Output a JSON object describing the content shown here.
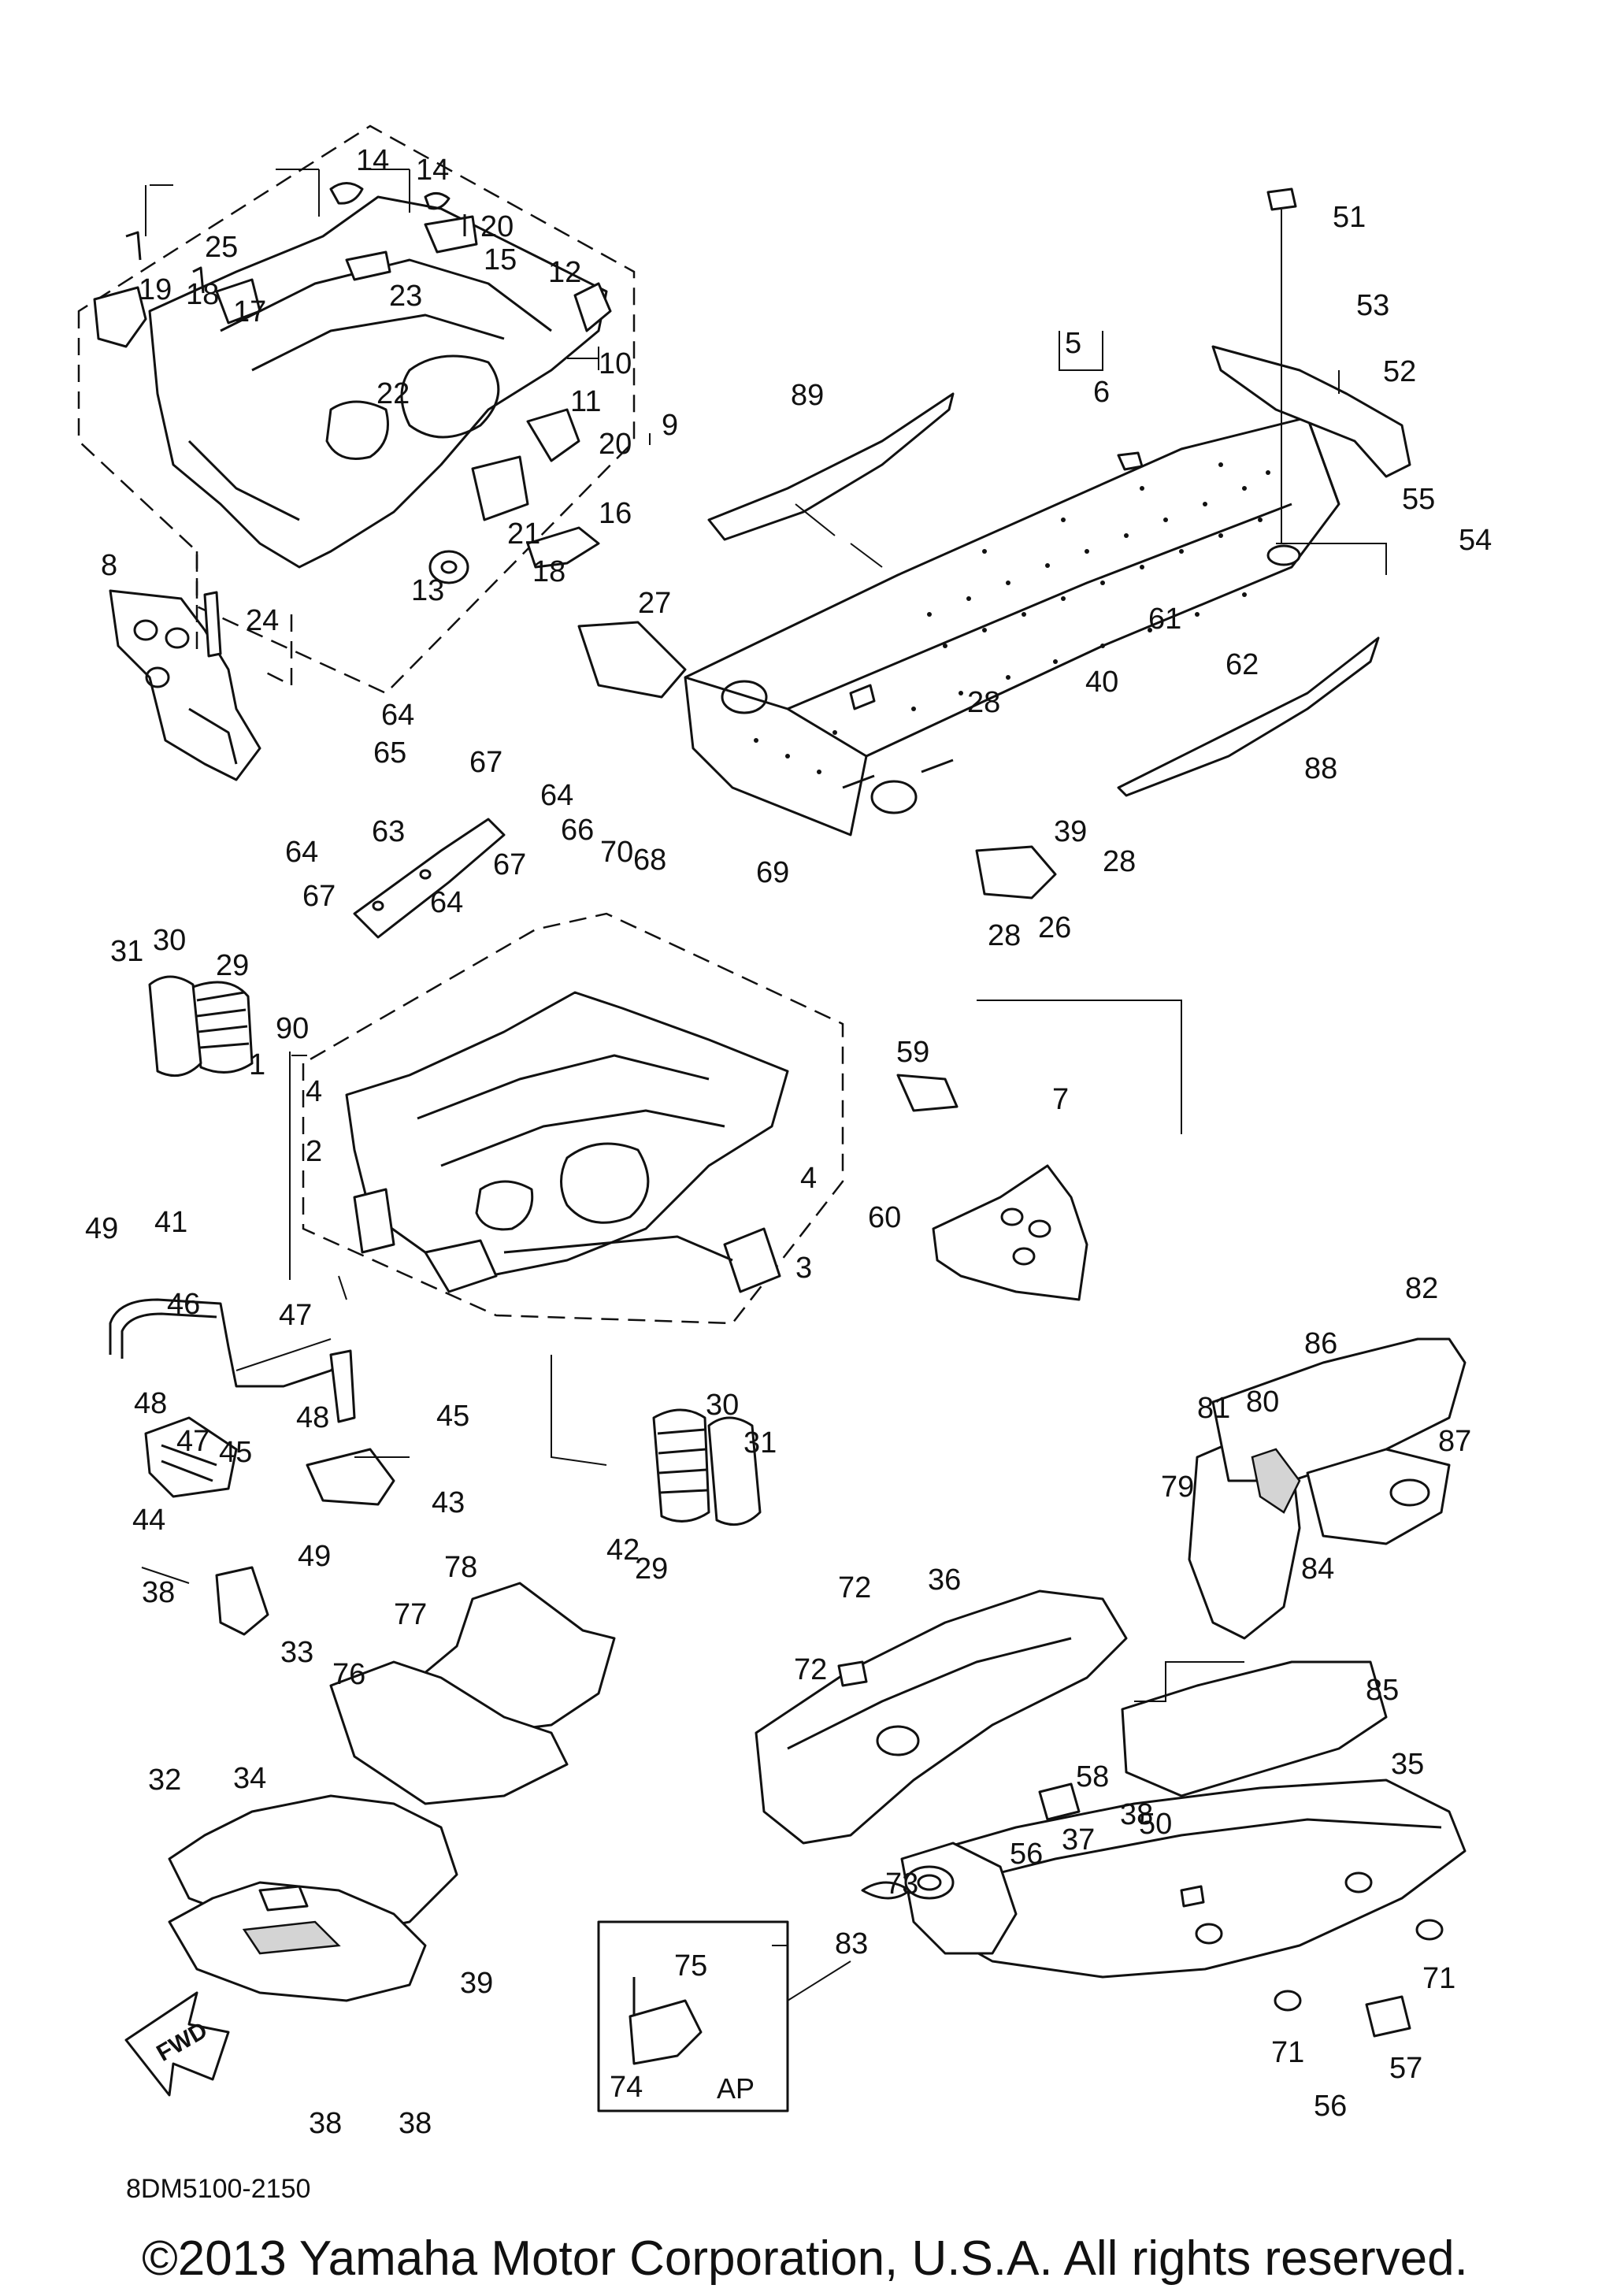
{
  "diagram": {
    "drawing_code": "8DM5100-2150",
    "copyright": "©2013 Yamaha Motor Corporation, U.S.A. All rights reserved.",
    "inset_label": "AP",
    "direction_label": "FWD",
    "callouts": [
      {
        "id": "c1",
        "label": "1"
      },
      {
        "id": "c2",
        "label": "2"
      },
      {
        "id": "c3",
        "label": "3"
      },
      {
        "id": "c4a",
        "label": "4"
      },
      {
        "id": "c4b",
        "label": "4"
      },
      {
        "id": "c5",
        "label": "5"
      },
      {
        "id": "c6",
        "label": "6"
      },
      {
        "id": "c7",
        "label": "7"
      },
      {
        "id": "c8",
        "label": "8"
      },
      {
        "id": "c9",
        "label": "9"
      },
      {
        "id": "c10",
        "label": "10"
      },
      {
        "id": "c11",
        "label": "11"
      },
      {
        "id": "c12",
        "label": "12"
      },
      {
        "id": "c13",
        "label": "13"
      },
      {
        "id": "c14a",
        "label": "14"
      },
      {
        "id": "c14b",
        "label": "14"
      },
      {
        "id": "c15",
        "label": "15"
      },
      {
        "id": "c16",
        "label": "16"
      },
      {
        "id": "c17",
        "label": "17"
      },
      {
        "id": "c18a",
        "label": "18"
      },
      {
        "id": "c18b",
        "label": "18"
      },
      {
        "id": "c19",
        "label": "19"
      },
      {
        "id": "c20a",
        "label": "20"
      },
      {
        "id": "c20b",
        "label": "20"
      },
      {
        "id": "c21",
        "label": "21"
      },
      {
        "id": "c22",
        "label": "22"
      },
      {
        "id": "c23",
        "label": "23"
      },
      {
        "id": "c24",
        "label": "24"
      },
      {
        "id": "c25",
        "label": "25"
      },
      {
        "id": "c26",
        "label": "26"
      },
      {
        "id": "c27",
        "label": "27"
      },
      {
        "id": "c28a",
        "label": "28"
      },
      {
        "id": "c28b",
        "label": "28"
      },
      {
        "id": "c28c",
        "label": "28"
      },
      {
        "id": "c29a",
        "label": "29"
      },
      {
        "id": "c29b",
        "label": "29"
      },
      {
        "id": "c30a",
        "label": "30"
      },
      {
        "id": "c30b",
        "label": "30"
      },
      {
        "id": "c31a",
        "label": "31"
      },
      {
        "id": "c31b",
        "label": "31"
      },
      {
        "id": "c32",
        "label": "32"
      },
      {
        "id": "c33",
        "label": "33"
      },
      {
        "id": "c34",
        "label": "34"
      },
      {
        "id": "c35",
        "label": "35"
      },
      {
        "id": "c36",
        "label": "36"
      },
      {
        "id": "c37",
        "label": "37"
      },
      {
        "id": "c38a",
        "label": "38"
      },
      {
        "id": "c38b",
        "label": "38"
      },
      {
        "id": "c38c",
        "label": "38"
      },
      {
        "id": "c38d",
        "label": "38"
      },
      {
        "id": "c39a",
        "label": "39"
      },
      {
        "id": "c39b",
        "label": "39"
      },
      {
        "id": "c40",
        "label": "40"
      },
      {
        "id": "c41",
        "label": "41"
      },
      {
        "id": "c42",
        "label": "42"
      },
      {
        "id": "c43",
        "label": "43"
      },
      {
        "id": "c44",
        "label": "44"
      },
      {
        "id": "c45a",
        "label": "45"
      },
      {
        "id": "c45b",
        "label": "45"
      },
      {
        "id": "c46",
        "label": "46"
      },
      {
        "id": "c47a",
        "label": "47"
      },
      {
        "id": "c47b",
        "label": "47"
      },
      {
        "id": "c48a",
        "label": "48"
      },
      {
        "id": "c48b",
        "label": "48"
      },
      {
        "id": "c49a",
        "label": "49"
      },
      {
        "id": "c49b",
        "label": "49"
      },
      {
        "id": "c50",
        "label": "50"
      },
      {
        "id": "c51",
        "label": "51"
      },
      {
        "id": "c52",
        "label": "52"
      },
      {
        "id": "c53",
        "label": "53"
      },
      {
        "id": "c54",
        "label": "54"
      },
      {
        "id": "c55",
        "label": "55"
      },
      {
        "id": "c56a",
        "label": "56"
      },
      {
        "id": "c56b",
        "label": "56"
      },
      {
        "id": "c57",
        "label": "57"
      },
      {
        "id": "c58",
        "label": "58"
      },
      {
        "id": "c59",
        "label": "59"
      },
      {
        "id": "c60",
        "label": "60"
      },
      {
        "id": "c61",
        "label": "61"
      },
      {
        "id": "c62",
        "label": "62"
      },
      {
        "id": "c63",
        "label": "63"
      },
      {
        "id": "c64a",
        "label": "64"
      },
      {
        "id": "c64b",
        "label": "64"
      },
      {
        "id": "c64c",
        "label": "64"
      },
      {
        "id": "c64d",
        "label": "64"
      },
      {
        "id": "c65",
        "label": "65"
      },
      {
        "id": "c66",
        "label": "66"
      },
      {
        "id": "c67a",
        "label": "67"
      },
      {
        "id": "c67b",
        "label": "67"
      },
      {
        "id": "c67c",
        "label": "67"
      },
      {
        "id": "c68",
        "label": "68"
      },
      {
        "id": "c69",
        "label": "69"
      },
      {
        "id": "c70",
        "label": "70"
      },
      {
        "id": "c71a",
        "label": "71"
      },
      {
        "id": "c71b",
        "label": "71"
      },
      {
        "id": "c72a",
        "label": "72"
      },
      {
        "id": "c72b",
        "label": "72"
      },
      {
        "id": "c73",
        "label": "73"
      },
      {
        "id": "c74",
        "label": "74"
      },
      {
        "id": "c75",
        "label": "75"
      },
      {
        "id": "c76",
        "label": "76"
      },
      {
        "id": "c77",
        "label": "77"
      },
      {
        "id": "c78",
        "label": "78"
      },
      {
        "id": "c79",
        "label": "79"
      },
      {
        "id": "c80",
        "label": "80"
      },
      {
        "id": "c81",
        "label": "81"
      },
      {
        "id": "c82",
        "label": "82"
      },
      {
        "id": "c83",
        "label": "83"
      },
      {
        "id": "c84",
        "label": "84"
      },
      {
        "id": "c85",
        "label": "85"
      },
      {
        "id": "c86",
        "label": "86"
      },
      {
        "id": "c87",
        "label": "87"
      },
      {
        "id": "c88",
        "label": "88"
      },
      {
        "id": "c89",
        "label": "89"
      },
      {
        "id": "c90",
        "label": "90"
      }
    ]
  }
}
